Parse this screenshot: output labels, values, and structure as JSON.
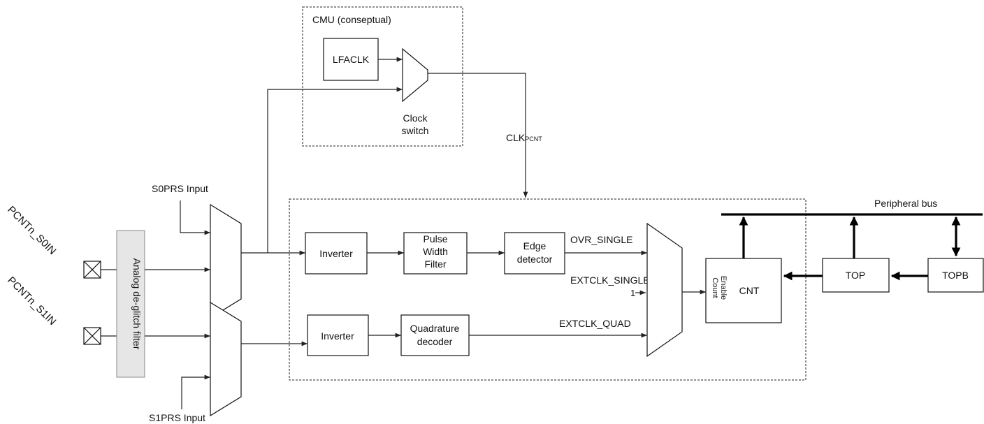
{
  "diagram": {
    "cmu_label": "CMU (conseptual)",
    "lfaclk": "LFACLK",
    "clock_switch_line1": "Clock",
    "clock_switch_line2": "switch",
    "clk_main": "CLK",
    "clk_sub": "PCNT",
    "s0prs_input": "S0PRS Input",
    "s1prs_input": "S1PRS Input",
    "pin_s0": "PCNTn_S0IN",
    "pin_s1": "PCNTn_S1IN",
    "filter": "Analog de-glitch filter",
    "inverter_top": "Inverter",
    "inverter_bottom": "Inverter",
    "pwf_line1": "Pulse",
    "pwf_line2": "Width",
    "pwf_line3": "Filter",
    "edge_line1": "Edge",
    "edge_line2": "detector",
    "quad_line1": "Quadrature",
    "quad_line2": "decoder",
    "ovr_single": "OVR_SINGLE",
    "extclk_single": "EXTCLK_SINGLE",
    "one_input": "1",
    "extclk_quad": "EXTCLK_QUAD",
    "count_line1": "Count",
    "count_line2": "Enable",
    "cnt": "CNT",
    "top": "TOP",
    "topb": "TOPB",
    "peripheral_bus": "Peripheral  bus"
  },
  "colors": {
    "filter_fill": "#e6e6e6",
    "line": "#222222",
    "bus": "#000000"
  }
}
